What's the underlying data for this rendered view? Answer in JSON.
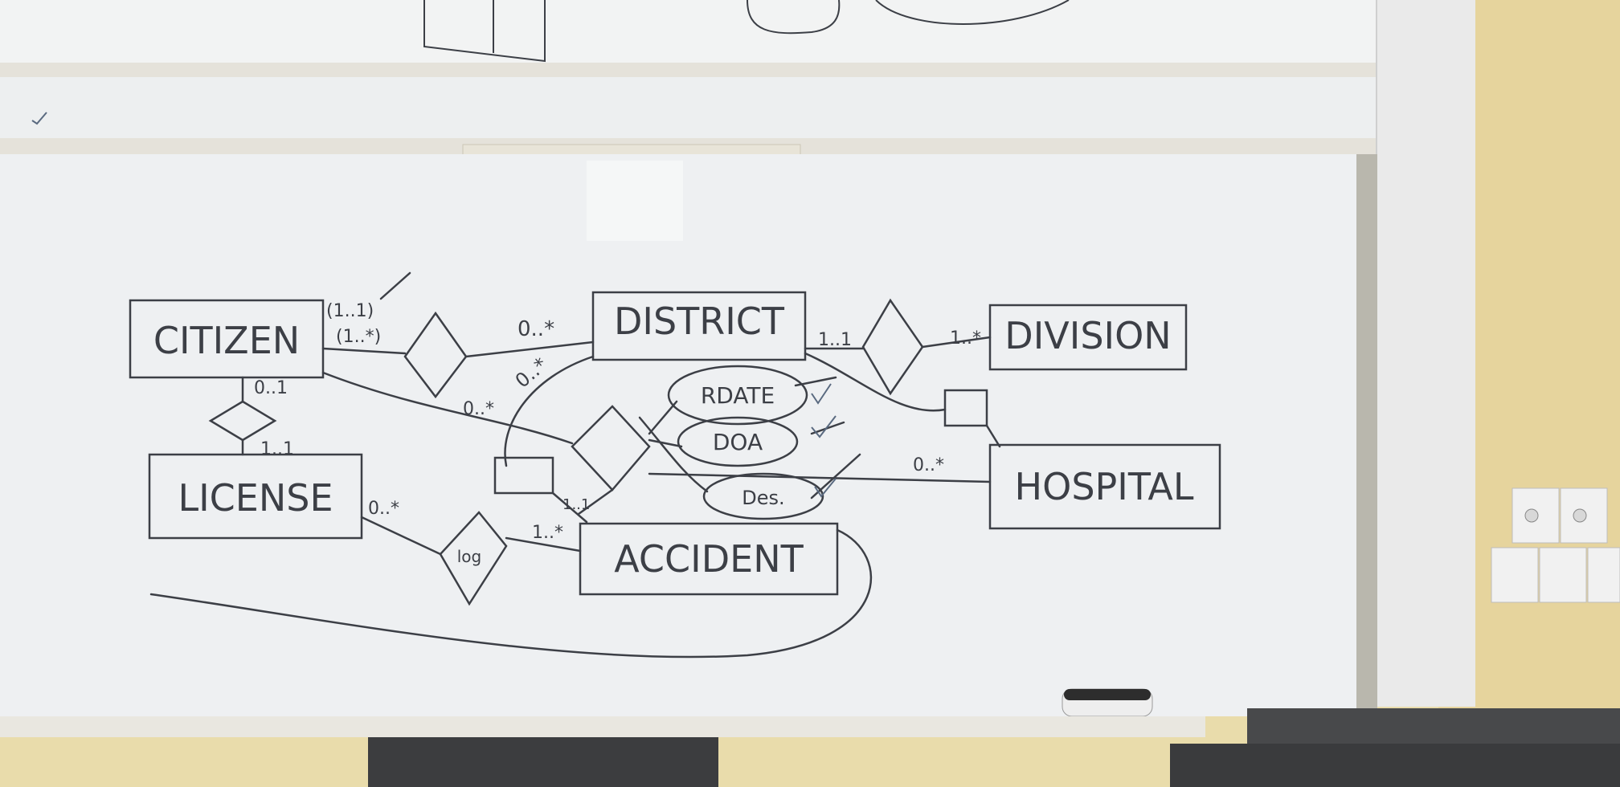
{
  "whiteboard": {
    "entities": {
      "citizen": "CITIZEN",
      "district": "DISTRICT",
      "division": "DIVISION",
      "license": "LICENSE",
      "accident": "ACCIDENT",
      "hospital": "HOSPITAL"
    },
    "attributes": {
      "rdate": "RDATE",
      "doa": "DOA",
      "des": "Des."
    },
    "relationship_labels": {
      "log": "log"
    },
    "cardinalities": {
      "citizen_top_1": "(1..1)",
      "citizen_top_2": "(1..*)",
      "district_left": "0..*",
      "district_down": "0..*",
      "citizen_to_accident": "0..*",
      "district_right": "1..1",
      "division_left": "1..*",
      "citizen_down": "0..1",
      "license_up": "1..1",
      "hospital_left": "0..*",
      "accident_up": "1..1",
      "accident_left": "1..*",
      "license_right": "0..*"
    }
  }
}
